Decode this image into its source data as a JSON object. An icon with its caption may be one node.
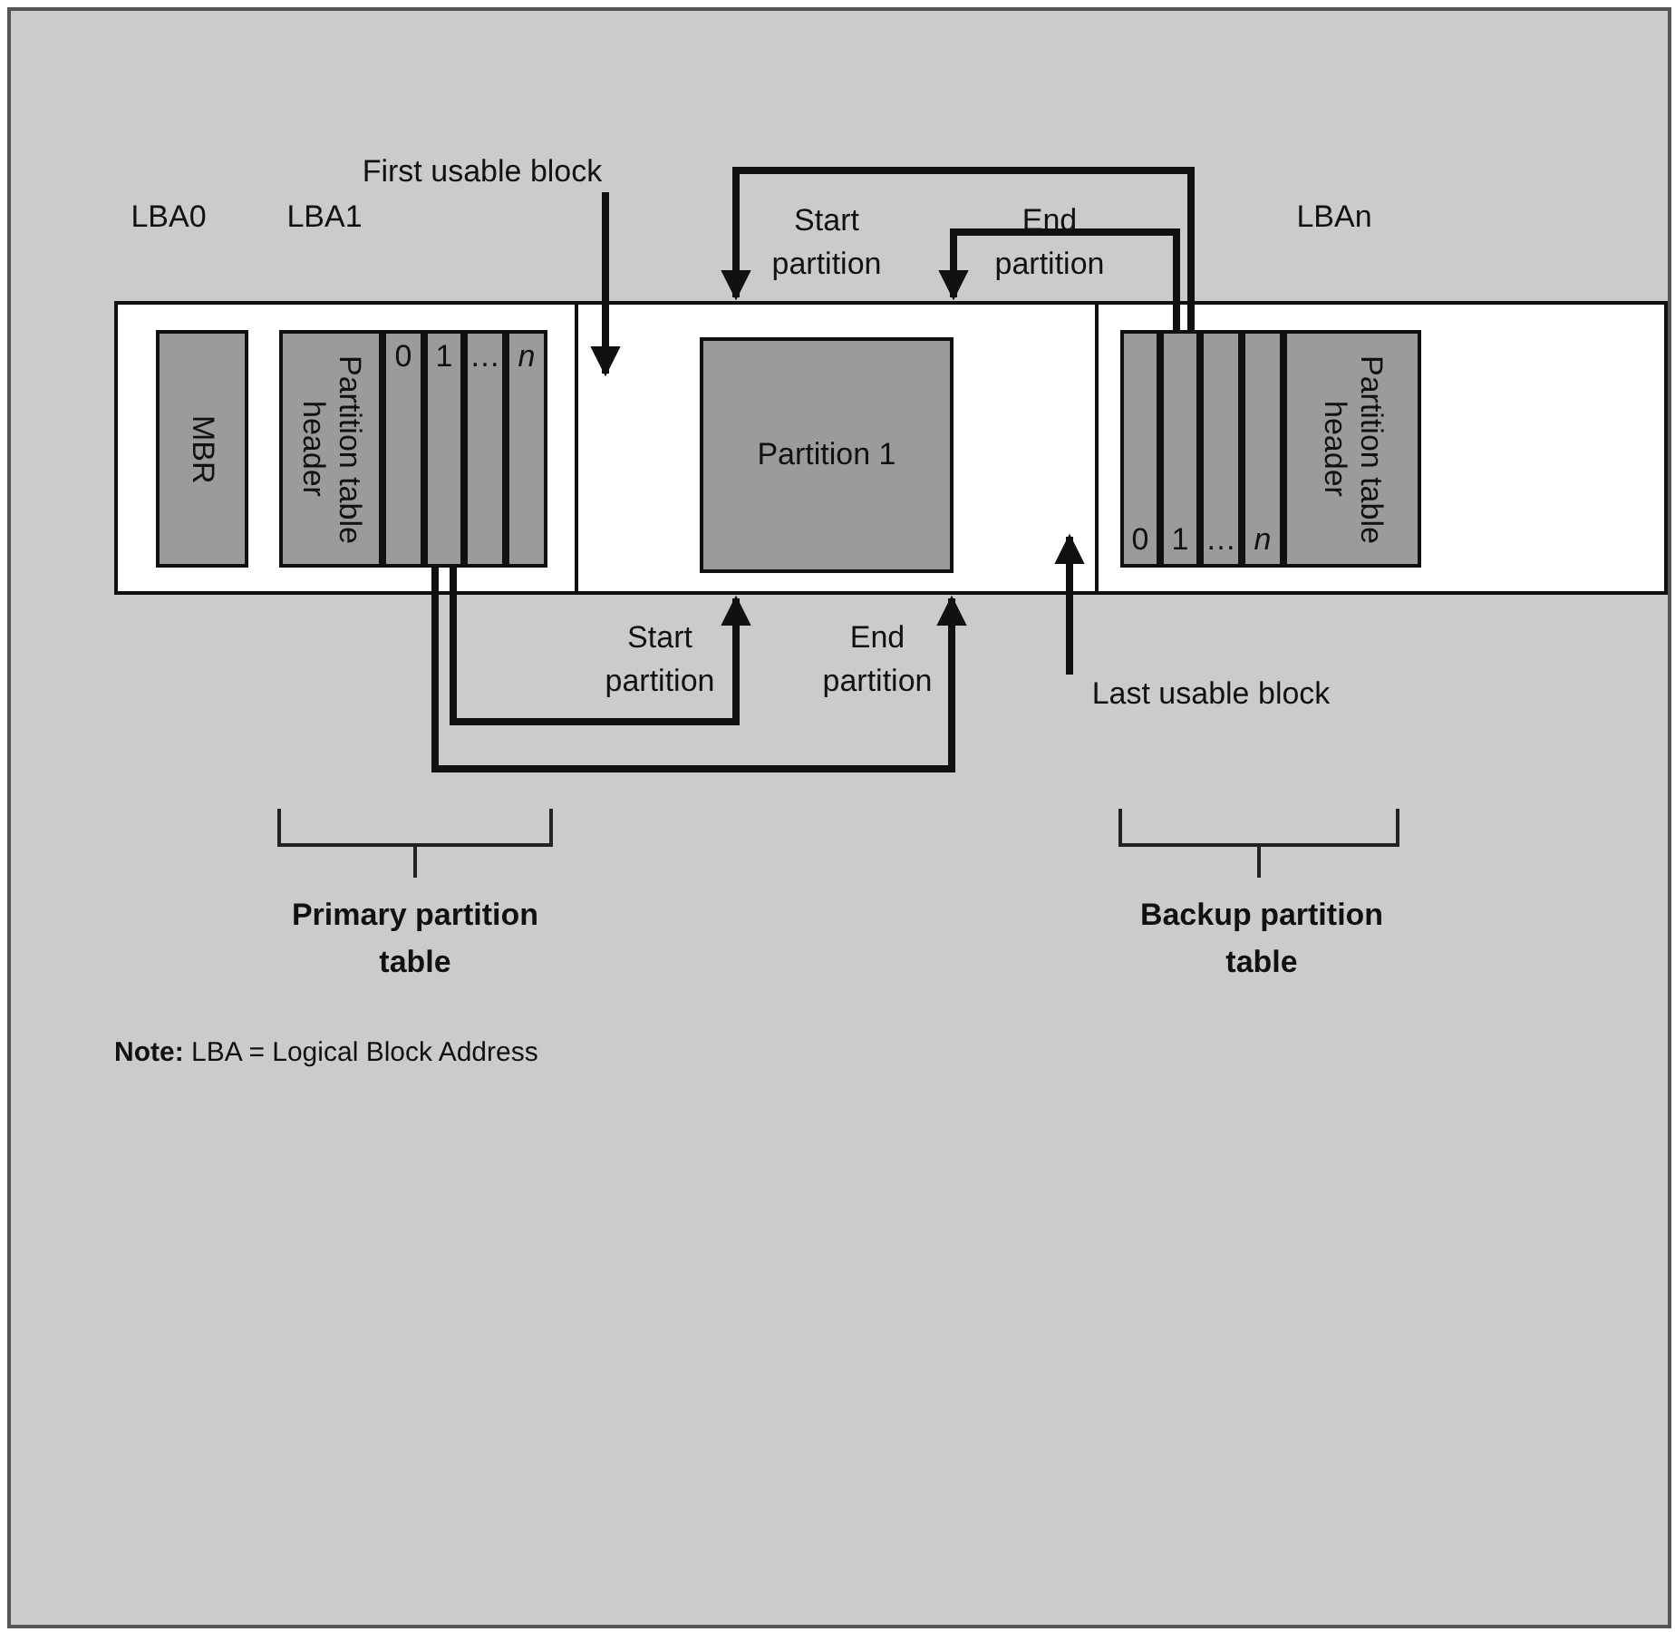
{
  "diagram": {
    "nodes": [
      {
        "text": [],
        "shape": "box"
      },
      {
        "text": [
          "MBR"
        ],
        "in": 0
      },
      {
        "text": [
          "Partition table header"
        ],
        "in": 0
      },
      {
        "text": [
          "0"
        ],
        "in": 0
      },
      {
        "text": [
          "1"
        ],
        "in": 0
      },
      {
        "text": [
          "…"
        ],
        "in": 0
      },
      {
        "text": [
          "n"
        ],
        "in": 0
      },
      {
        "text": [],
        "shape": "box"
      },
      {
        "text": [
          "Partition 1"
        ],
        "in": 7
      },
      {
        "text": [],
        "shape": "box"
      },
      {
        "text": [
          "0"
        ],
        "in": 9
      },
      {
        "text": [
          "1"
        ],
        "in": 9
      },
      {
        "text": [
          "…"
        ],
        "in": 9
      },
      {
        "text": [
          "n"
        ],
        "in": 9
      },
      {
        "text": [
          "Partition table header"
        ],
        "in": 9
      },
      {
        "text": [
          "First usable block"
        ]
      },
      {
        "text": [
          "Last usable block"
        ]
      }
    ],
    "edges": [
      {
        "from": 4,
        "to": 7,
        "arrow": "to",
        "label": "Start partition"
      },
      {
        "from": 4,
        "to": 7,
        "arrow": "to",
        "label": "End partition"
      },
      {
        "from": 11,
        "to": 7,
        "arrow": "to",
        "label": "Start partition"
      },
      {
        "from": 11,
        "to": 7,
        "arrow": "to",
        "label": "End partition"
      },
      {
        "from": 15,
        "to": 7,
        "arrow": "to"
      },
      {
        "from": 16,
        "to": 7,
        "arrow": "to"
      }
    ],
    "labels": [
      "LBA0",
      "LBA1",
      "LBAn",
      "Primary partition table",
      "Backup partition table",
      "**Note:** LBA = Logical Block Address"
    ]
  }
}
